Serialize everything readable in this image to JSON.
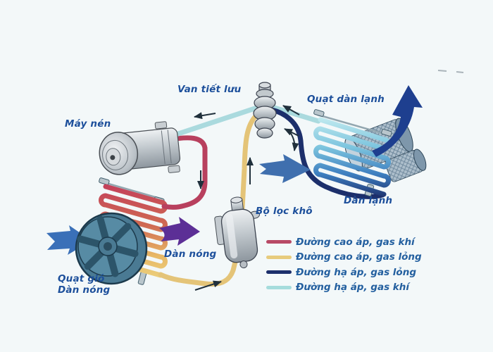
{
  "labels": {
    "expansion_valve": "Van tiết lưu",
    "evaporator_fan": "Quạt dàn lạnh",
    "compressor": "Máy nén",
    "evaporator": "Dàn lạnh",
    "drier_filter": "Bộ lọc khô",
    "condenser": "Dàn nóng",
    "condenser_fan_line1": "Quạt gió",
    "condenser_fan_line2": "Dàn nóng"
  },
  "legend": {
    "items": [
      {
        "label": "Đường cao áp, gas khí",
        "color": "#b84a66"
      },
      {
        "label": "Đường cao áp, gas lỏng",
        "color": "#e7cb7d"
      },
      {
        "label": "Đường hạ áp, gas lỏng",
        "color": "#1c2f6b"
      },
      {
        "label": "Đường hạ áp, gas khí",
        "color": "#a5dcdc"
      }
    ]
  },
  "colors": {
    "high_pressure_gas": "#b8405e",
    "high_pressure_liquid": "#e4c478",
    "low_pressure_liquid": "#1c2f6b",
    "low_pressure_gas": "#aadade",
    "label_text": "#1c4f9b",
    "flow_arrow": "#20303c",
    "air_in_cold_arrow": "#3a70b8",
    "air_in_evap_arrow": "#3f6fae",
    "air_out_hot_arrow": "#5c2f96",
    "air_out_cold_arrow": "#1e3f8f",
    "background": "#f3f8f9"
  }
}
